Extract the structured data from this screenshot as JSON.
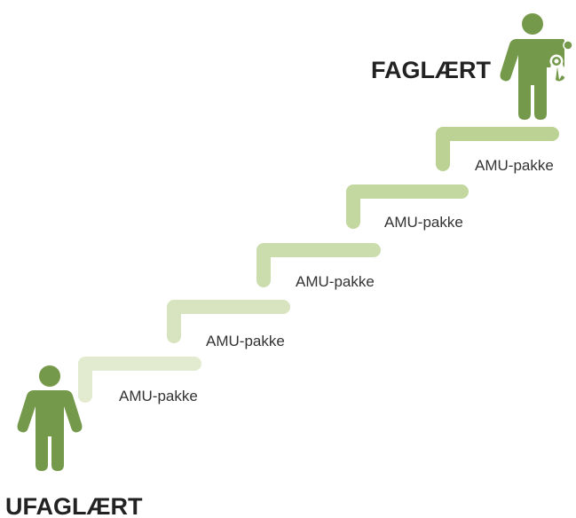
{
  "top_label": "FAGLÆRT",
  "bottom_label": "UFAGLÆRT",
  "steps": [
    {
      "label": "AMU-pakke"
    },
    {
      "label": "AMU-pakke"
    },
    {
      "label": "AMU-pakke"
    },
    {
      "label": "AMU-pakke"
    },
    {
      "label": "AMU-pakke"
    }
  ],
  "colors": {
    "figure": "#74994a",
    "step_light": "#dde8c8",
    "step_dark": "#bed498",
    "text": "#222222"
  },
  "icons": {
    "bottom_figure": "person-icon",
    "top_figure": "person-with-certificate-icon"
  }
}
